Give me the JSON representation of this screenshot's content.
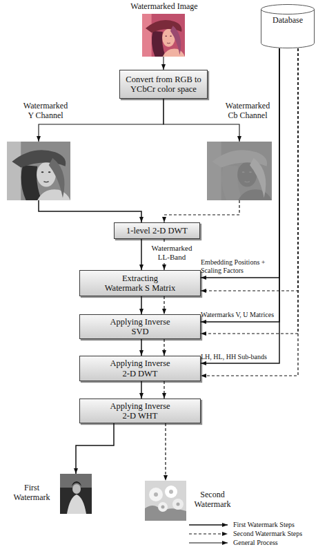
{
  "diagram": {
    "nodes": [
      {
        "text": [
          "Watermarked Image"
        ]
      },
      {
        "text": [
          "Database"
        ]
      },
      {
        "text": [
          "Convert from RGB to YCbCr color space"
        ]
      },
      {
        "text": [
          "Watermarked Y Channel"
        ]
      },
      {
        "text": [
          "Watermarked Cb Channel"
        ]
      },
      {
        "text": [
          "1-level 2-D DWT"
        ]
      },
      {
        "text": [
          "Extracting Watermark S Matrix"
        ]
      },
      {
        "text": [
          "Applying Inverse SVD"
        ]
      },
      {
        "text": [
          "Applying Inverse 2-D DWT"
        ]
      },
      {
        "text": [
          "Applying Inverse 2-D WHT"
        ]
      },
      {
        "text": [
          "First Watermark"
        ]
      },
      {
        "text": [
          "Second Watermark"
        ]
      }
    ],
    "edges": [
      {
        "from": 0,
        "to": 2,
        "arrow": "to"
      },
      {
        "from": 2,
        "to": 3,
        "arrow": "to"
      },
      {
        "from": 2,
        "to": 4,
        "arrow": "to"
      },
      {
        "from": 3,
        "to": 5,
        "arrow": "to"
      },
      {
        "from": 4,
        "to": 5,
        "arrow": "to"
      },
      {
        "from": 5,
        "to": 6,
        "arrow": "to",
        "label": "Watermarked LL-Band"
      },
      {
        "from": 5,
        "to": 6,
        "arrow": "to"
      },
      {
        "from": 1,
        "to": 6,
        "arrow": "to",
        "label": "Embedding Positions + Scaling Factors"
      },
      {
        "from": 1,
        "to": 6,
        "arrow": "to"
      },
      {
        "from": 6,
        "to": 7,
        "arrow": "to"
      },
      {
        "from": 6,
        "to": 7,
        "arrow": "to"
      },
      {
        "from": 1,
        "to": 7,
        "arrow": "to",
        "label": "Watermarks V, U Matrices"
      },
      {
        "from": 1,
        "to": 7,
        "arrow": "to"
      },
      {
        "from": 7,
        "to": 8,
        "arrow": "to"
      },
      {
        "from": 7,
        "to": 8,
        "arrow": "to"
      },
      {
        "from": 1,
        "to": 8,
        "arrow": "to",
        "label": "LH, HL, HH Sub-bands"
      },
      {
        "from": 1,
        "to": 8,
        "arrow": "to"
      },
      {
        "from": 8,
        "to": 9,
        "arrow": "to"
      },
      {
        "from": 8,
        "to": 9,
        "arrow": "to"
      },
      {
        "from": 9,
        "to": 10,
        "arrow": "to"
      },
      {
        "from": 9,
        "to": 11,
        "arrow": "to"
      }
    ],
    "legend": [
      {
        "text": "First Watermark Steps"
      },
      {
        "text": "Second Watermark Steps"
      },
      {
        "text": "General Process"
      }
    ]
  }
}
